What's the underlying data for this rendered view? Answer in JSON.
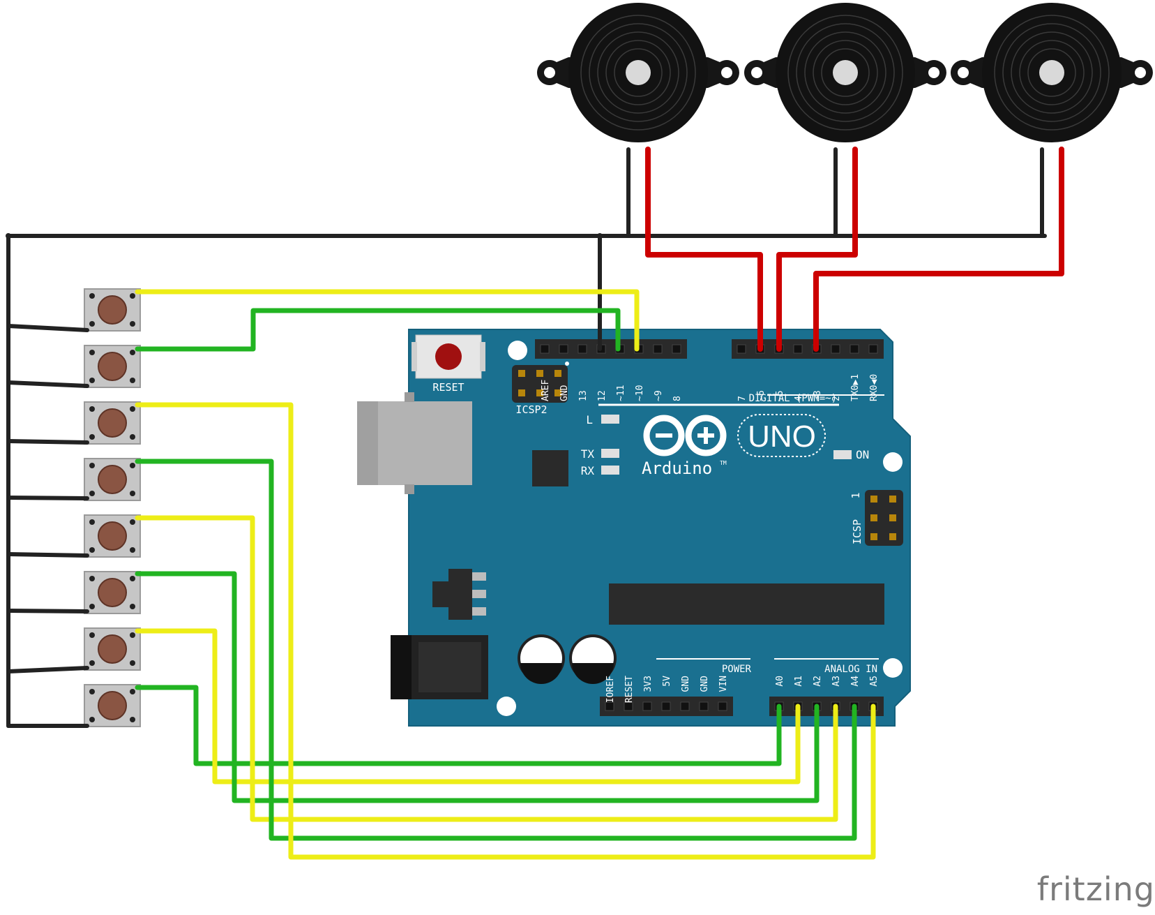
{
  "board": {
    "reset_label": "RESET",
    "icsp2_label": "ICSP2",
    "icsp_label": "ICSP",
    "icsp_pin1": "1",
    "brand": "Arduino",
    "tm": "TM",
    "model": "UNO",
    "on_label": "ON",
    "led_l": "L",
    "led_tx": "TX",
    "led_rx": "RX",
    "digital_label": "DIGITAL (PWM=~)",
    "power_label": "POWER",
    "analog_label": "ANALOG IN",
    "digital_left_pins": [
      "AREF",
      "GND",
      "13",
      "12",
      "~11",
      "~10",
      "~9",
      "8"
    ],
    "digital_right_pins": [
      "7",
      "~6",
      "~5",
      "4",
      "~3",
      "2",
      "TX0▶1",
      "RX0◀0"
    ],
    "power_pins": [
      "IOREF",
      "RESET",
      "3V3",
      "5V",
      "GND",
      "GND",
      "VIN"
    ],
    "analog_pins": [
      "A0",
      "A1",
      "A2",
      "A3",
      "A4",
      "A5"
    ],
    "colors": {
      "board": "#1a7090",
      "board_edge": "#14607c",
      "header": "#2a2a2a",
      "silk": "#ffffff"
    }
  },
  "buzzers": [
    "buzzer-1",
    "buzzer-2",
    "buzzer-3"
  ],
  "buttons": [
    "button-1",
    "button-2",
    "button-3",
    "button-4",
    "button-5",
    "button-6",
    "button-7",
    "button-8"
  ],
  "wire_colors": {
    "black": "#222222",
    "red": "#cc0000",
    "green": "#22b422",
    "yellow": "#eded17"
  },
  "watermark": "fritzing"
}
